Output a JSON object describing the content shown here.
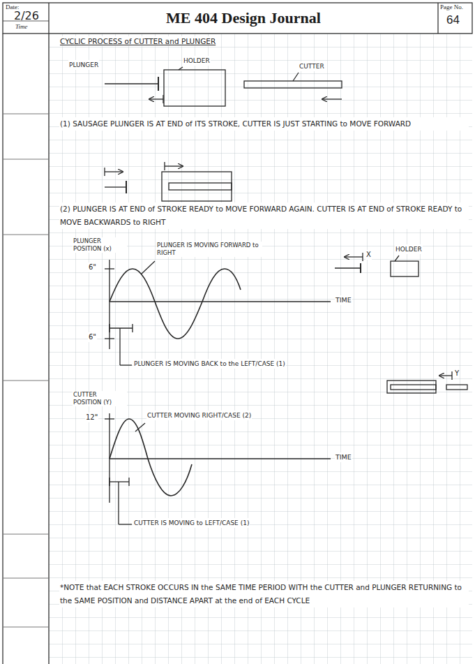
{
  "diagram": {
    "title": "ME 404 Design Journal",
    "nodes": [
      {
        "text": [
          "Date:",
          "2/26",
          "Time"
        ]
      },
      {
        "text": [
          "Page No.",
          "64"
        ]
      }
    ],
    "labels": [
      "CYCLIC PROCESS of CUTTER and PLUNGER",
      "PLUNGER",
      "HOLDER",
      "CUTTER",
      "(1) SAUSAGE PLUNGER IS AT END of ITS STROKE, CUTTER IS JUST STARTING to MOVE FORWARD",
      "(2) PLUNGER IS AT END of STROKE READY to MOVE FORWARD AGAIN. CUTTER IS AT END of STROKE READY to MOVE BACKWARDS to RIGHT",
      "PLUNGER POSITION (x)",
      "6\"",
      "PLUNGER IS MOVING FORWARD to RIGHT",
      "TIME",
      "6\"",
      "PLUNGER IS MOVING BACK to the LEFT/CASE (1)",
      "X",
      "HOLDER",
      "CUTTER POSITION (Y)",
      "12\"",
      "CUTTER MOVING RIGHT/CASE (2)",
      "TIME",
      "CUTTER IS MOVING to LEFT/CASE (1)",
      "Y",
      "*NOTE that EACH STROKE OCCURS IN the SAME TIME PERIOD WITH the CUTTER and PLUNGER RETURNING to the SAME POSITION and DISTANCE APART at the end of EACH CYCLE"
    ]
  }
}
